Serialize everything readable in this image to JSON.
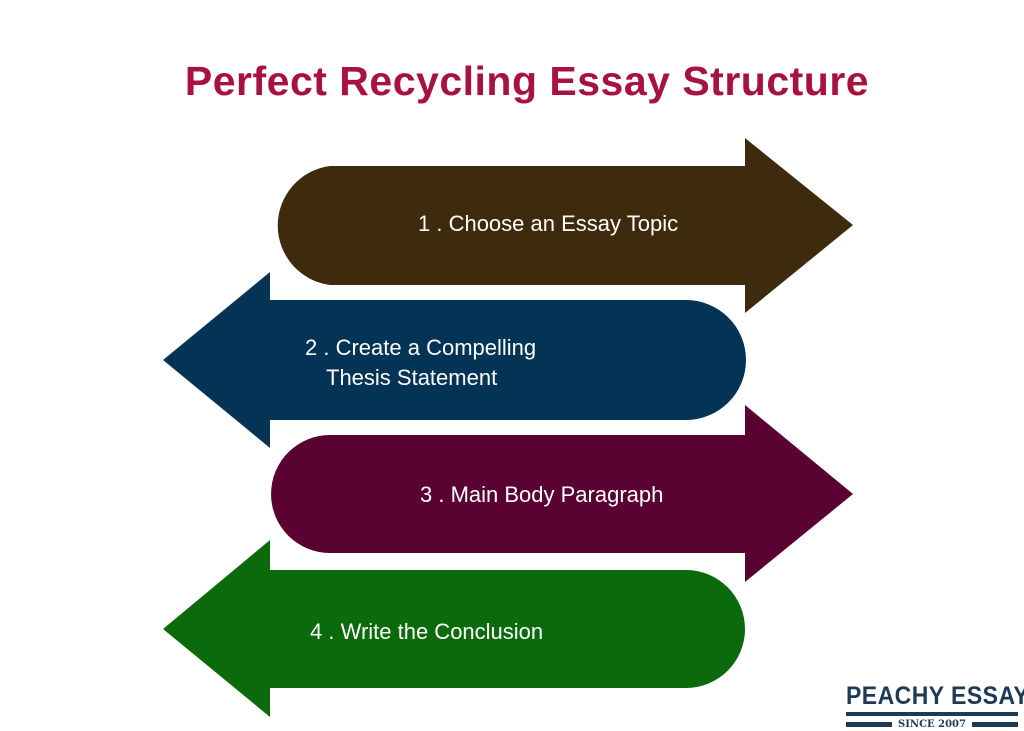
{
  "title": "Perfect Recycling Essay Structure",
  "steps": [
    {
      "label": "1 . Choose an Essay Topic",
      "direction": "right",
      "color": "#3e2a0d"
    },
    {
      "label_line1": "2 . Create a Compelling",
      "label_line2": "Thesis Statement",
      "direction": "left",
      "color": "#033456"
    },
    {
      "label": "3 . Main Body Paragraph",
      "direction": "right",
      "color": "#5a0232"
    },
    {
      "label": "4 . Write the Conclusion",
      "direction": "left",
      "color": "#0b6a0b"
    }
  ],
  "logo": {
    "name": "PEACHY ESSAY",
    "since": "SINCE 2007"
  }
}
